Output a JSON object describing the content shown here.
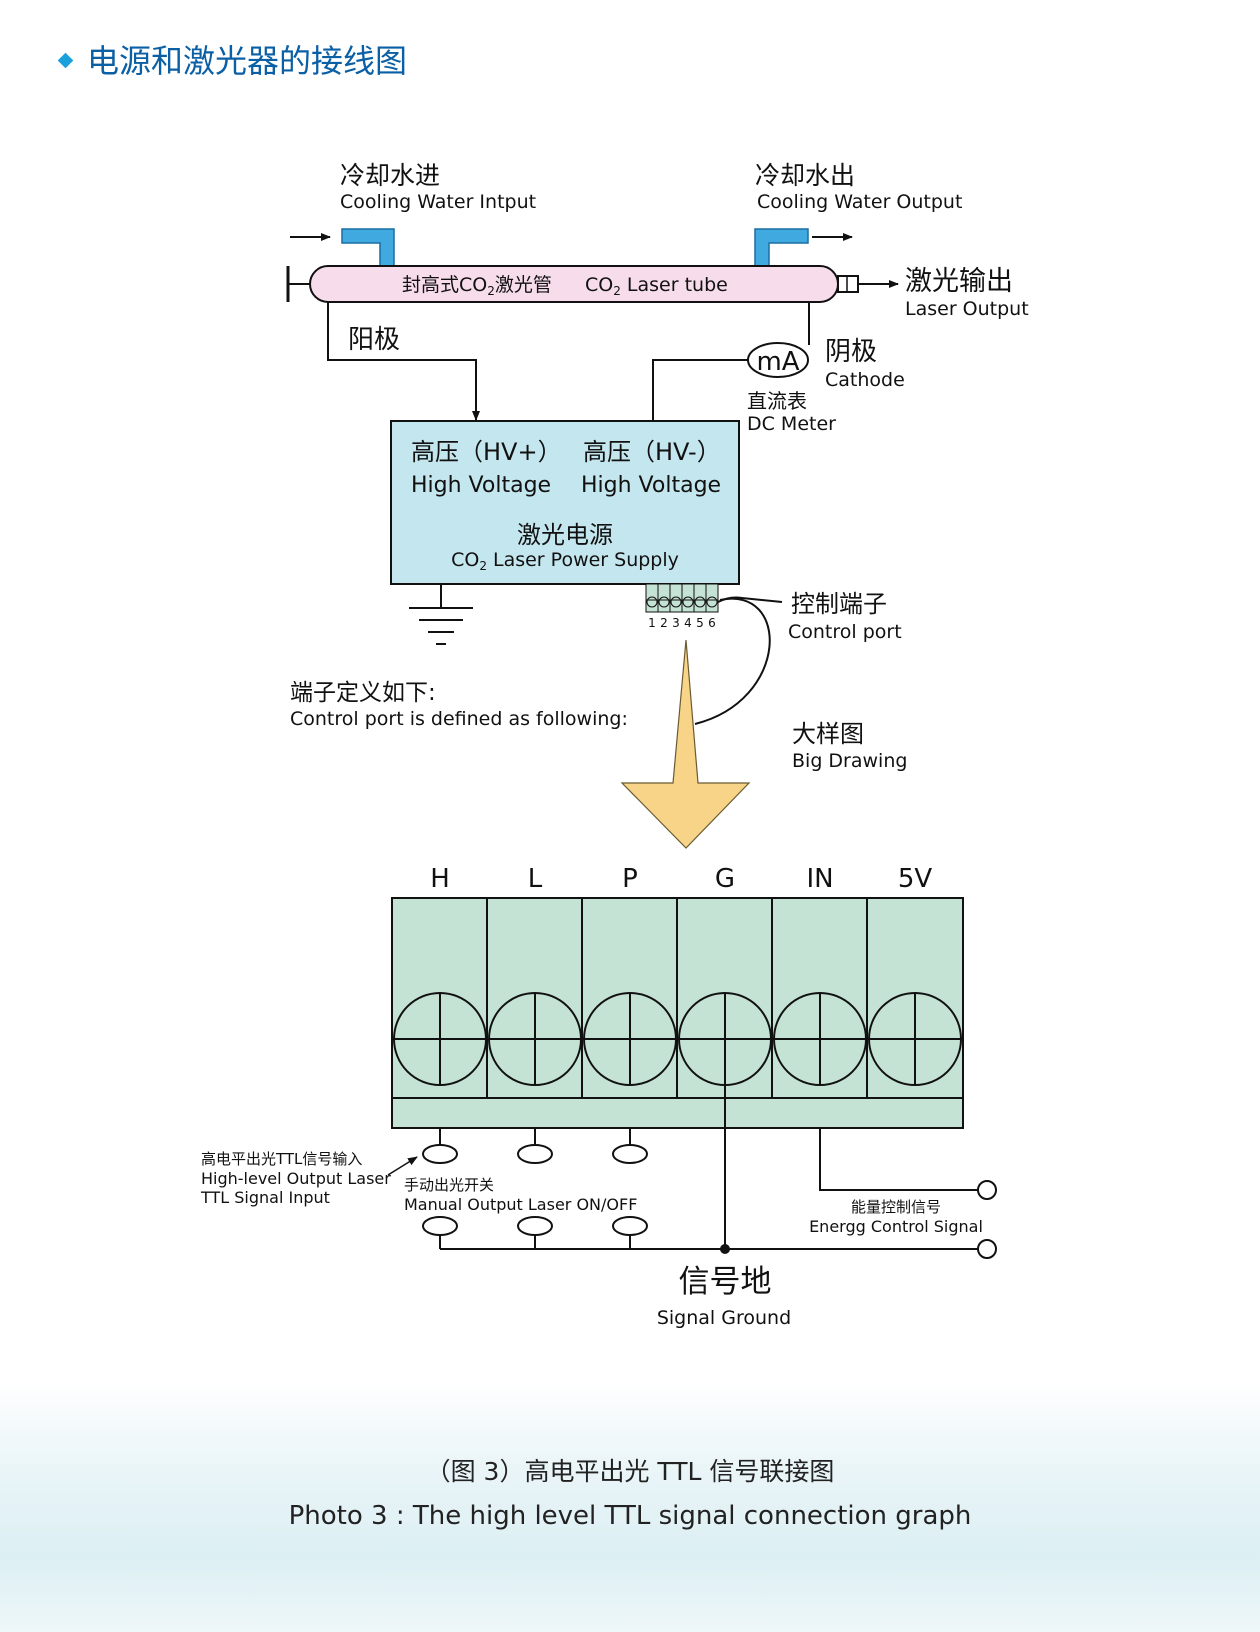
{
  "heading": "电源和激光器的接线图",
  "colors": {
    "heading": "#0b5fa5",
    "tube": "#f7dcec",
    "power_box": "#c4e6ee",
    "terminal": "#c4e3d4",
    "arrow": "#f8d488"
  },
  "water_in": {
    "zh": "冷却水进",
    "en": "Cooling Water Intput"
  },
  "water_out": {
    "zh": "冷却水出",
    "en": "Cooling Water Output"
  },
  "tube": {
    "zh": "封高式CO",
    "zh_sub": "2",
    "zh_tail": "激光管",
    "en": "CO",
    "en_sub": "2",
    "en_tail": " Laser tube"
  },
  "laser_output": {
    "zh": "激光输出",
    "en": "Laser Output"
  },
  "anode": {
    "zh": "阳极"
  },
  "cathode": {
    "zh": "阴极",
    "en": "Cathode"
  },
  "meter": {
    "symbol": "mA",
    "zh": "直流表",
    "en": "DC Meter"
  },
  "power_supply": {
    "hv_plus_zh": "高压（HV+）",
    "hv_plus_en": "High Voltage",
    "hv_minus_zh": "高压（HV-）",
    "hv_minus_en": "High Voltage",
    "name_zh": "激光电源",
    "name_en": "CO",
    "name_en_sub": "2",
    "name_en_tail": " Laser Power Supply"
  },
  "control_port": {
    "zh": "控制端子",
    "en": "Control port",
    "pins": [
      "1",
      "2",
      "3",
      "4",
      "5",
      "6"
    ]
  },
  "port_definition": {
    "zh": "端子定义如下:",
    "en": "Control port is defined as following:"
  },
  "big_drawing": {
    "zh": "大样图",
    "en": "Big Drawing"
  },
  "terminal_labels": [
    "H",
    "L",
    "P",
    "G",
    "IN",
    "5V"
  ],
  "high_level_input": {
    "zh": "高电平出光TTL信号输入",
    "en1": "High-level Output Laser",
    "en2": "TTL Signal Input"
  },
  "manual_switch": {
    "zh": "手动出光开关",
    "en": "Manual Output Laser ON/OFF"
  },
  "energy_control": {
    "zh": "能量控制信号",
    "en": "Energg Control Signal"
  },
  "signal_ground": {
    "zh": "信号地",
    "en": "Signal Ground"
  },
  "caption": {
    "zh": "（图 3）高电平出光 TTL 信号联接图",
    "en": "Photo 3 : The high level TTL signal connection graph"
  }
}
